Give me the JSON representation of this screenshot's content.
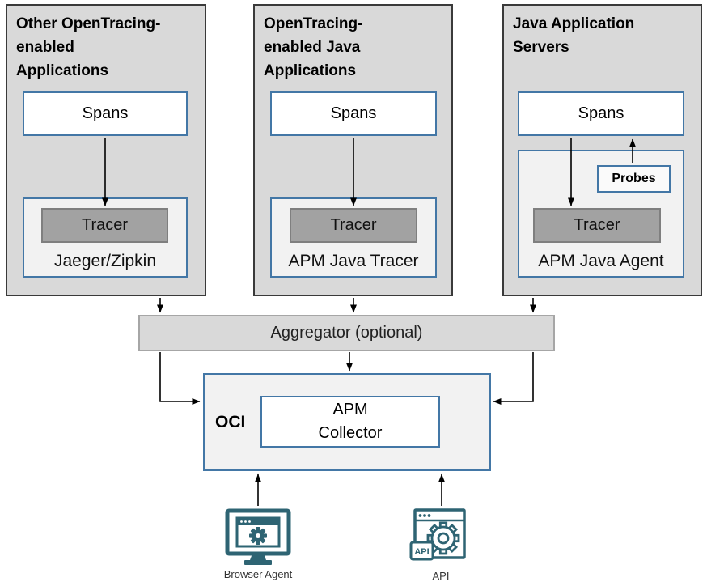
{
  "diagram": {
    "columns": [
      {
        "title_lines": [
          "Other OpenTracing-",
          "enabled",
          "Applications"
        ],
        "spans_label": "Spans",
        "tracer_label": "Tracer",
        "platform_label": "Jaeger/Zipkin"
      },
      {
        "title_lines": [
          "OpenTracing-",
          "enabled Java",
          "Applications"
        ],
        "spans_label": "Spans",
        "tracer_label": "Tracer",
        "platform_label": "APM Java Tracer"
      },
      {
        "title_lines": [
          "Java Application",
          "Servers"
        ],
        "spans_label": "Spans",
        "tracer_label": "Tracer",
        "platform_label": "APM Java Agent",
        "probes_label": "Probes"
      }
    ],
    "aggregator": {
      "label": "Aggregator (optional)"
    },
    "oci": {
      "label": "OCI",
      "collector_lines": [
        "APM",
        "Collector"
      ]
    },
    "sources": [
      {
        "label": "Browser Agent",
        "icon": "browser-agent-icon"
      },
      {
        "label": "API",
        "icon": "api-icon",
        "badge": "API"
      }
    ],
    "colors": {
      "column_fill": "#d9d9d9",
      "column_border": "#3a3a3a",
      "accent_blue": "#4377a6",
      "container_fill": "#f2f2f2",
      "tracer_fill": "#a2a2a2",
      "tracer_border": "#7f7f7f",
      "aggregator_fill": "#d9d9d9",
      "aggregator_border": "#a6a6a6",
      "icon_teal": "#2e6473",
      "arrow": "#000000"
    }
  }
}
